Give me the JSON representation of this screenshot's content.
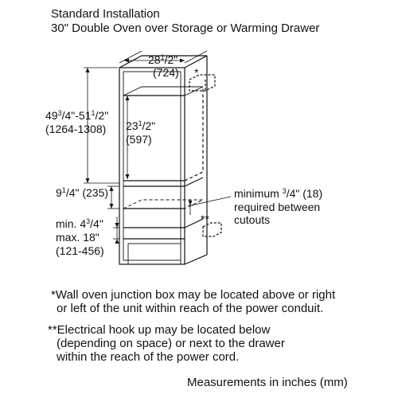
{
  "title": {
    "line1": "Standard Installation",
    "line2": "30\" Double Oven over Storage or Warming Drawer"
  },
  "dimensions": {
    "width_top": {
      "whole": "28",
      "num": "1",
      "den": "2",
      "mm": "(724)"
    },
    "overall_height": {
      "a_whole": "49",
      "a_num": "3",
      "a_den": "4",
      "sep": "\"-",
      "b_whole": "51",
      "b_num": "1",
      "b_den": "2",
      "mm": "(1264-1308)"
    },
    "oven_height": {
      "whole": "23",
      "num": "1",
      "den": "2",
      "mm": "(597)"
    },
    "drawer_height": {
      "whole": "9",
      "num": "1",
      "den": "4",
      "mm": "(235)"
    },
    "min_max": {
      "min_prefix": "min. 4",
      "num": "3",
      "den": "4",
      "max_text": "max. 18\"",
      "mm": "(121-456)"
    },
    "gap": {
      "prefix": "minimum ",
      "num": "3",
      "den": "4",
      "suffix": "\" (18)",
      "line2": "required between",
      "line3": "cutouts"
    },
    "marker_single": "*",
    "marker_double": "**"
  },
  "notes": {
    "note1": [
      "*Wall oven junction box may be located above or right",
      "or left of the unit within reach of the power conduit."
    ],
    "note2": [
      "**Electrical hook up may be located below",
      "(depending on space) or next to the drawer",
      "within the reach of the power cord."
    ],
    "units": "Measurements in inches (mm)"
  }
}
